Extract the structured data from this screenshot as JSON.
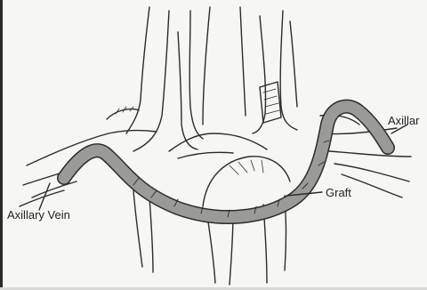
{
  "labels": {
    "axillary_vein": "Axillary Vein",
    "graft": "Graft",
    "axillar": "Axillar"
  },
  "colors": {
    "line": "#2b2b2b",
    "graft_fill": "#9a9a98",
    "background": "#f6f6f4"
  }
}
